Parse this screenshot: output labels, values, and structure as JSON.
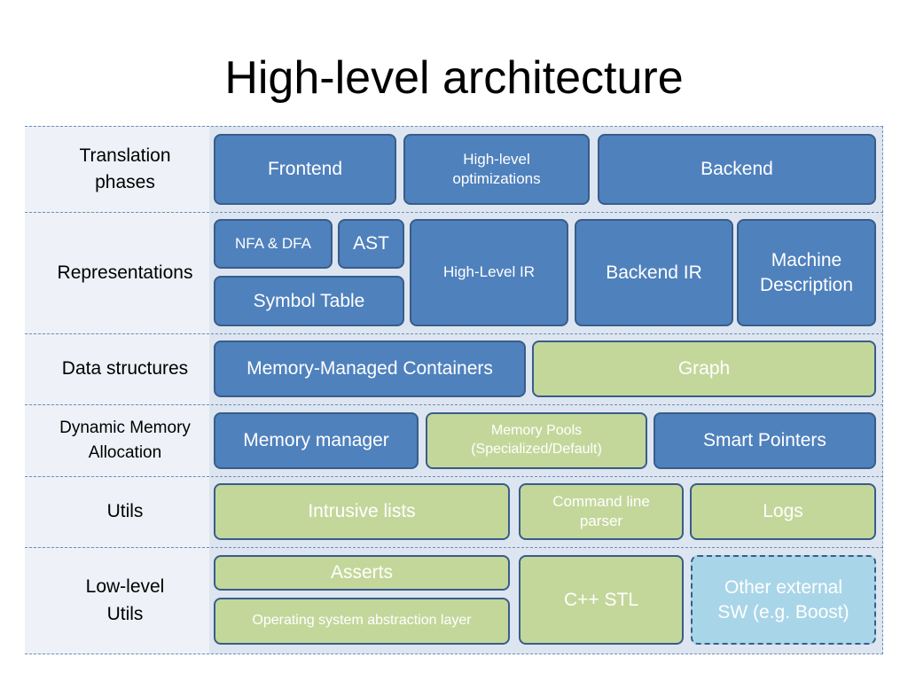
{
  "title": "High-level architecture",
  "rows": [
    {
      "label": "Translation\nphases"
    },
    {
      "label": "Representations"
    },
    {
      "label": "Data structures"
    },
    {
      "label": "Dynamic Memory\nAllocation"
    },
    {
      "label": "Utils"
    },
    {
      "label": "Low-level\nUtils"
    }
  ],
  "boxes": {
    "frontend": "Frontend",
    "high_level_opt": "High-level\noptimizations",
    "backend": "Backend",
    "nfa_dfa": "NFA & DFA",
    "ast": "AST",
    "high_level_ir": "High-Level IR",
    "backend_ir": "Backend IR",
    "machine_description": "Machine\nDescription",
    "symbol_table": "Symbol Table",
    "memory_managed_containers": "Memory-Managed Containers",
    "graph": "Graph",
    "memory_manager": "Memory manager",
    "memory_pools": "Memory Pools\n(Specialized/Default)",
    "smart_pointers": "Smart Pointers",
    "intrusive_lists": "Intrusive lists",
    "command_line_parser": "Command line\nparser",
    "logs": "Logs",
    "asserts": "Asserts",
    "os_abstraction": "Operating system abstraction layer",
    "cpp_stl": "C++ STL",
    "other_external": "Other external\nSW (e.g. Boost)"
  },
  "colors": {
    "blue_box": "#4f81bd",
    "green_box": "#c4d79b",
    "external_box": "#a9d5e8",
    "box_border": "#385d8a",
    "frame_fill": "#dde5f0"
  }
}
